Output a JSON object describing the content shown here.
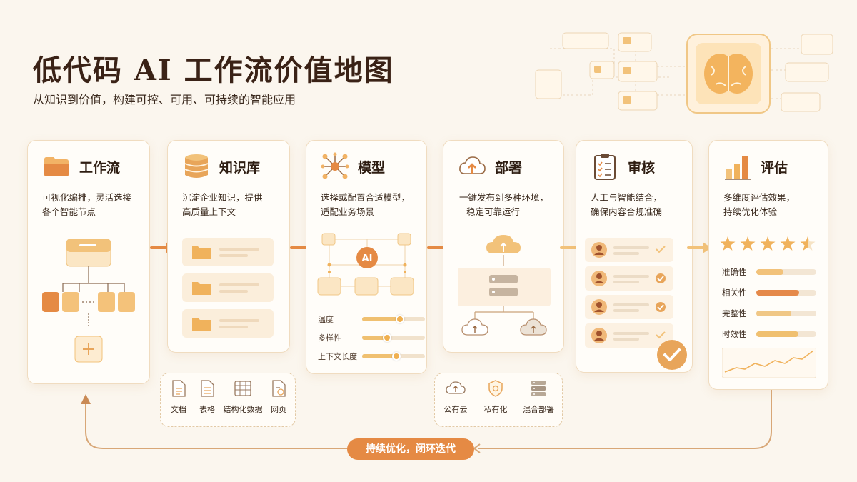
{
  "header": {
    "title": "低代码 AI 工作流价值地图",
    "subtitle": "从知识到价值，构建可控、可用、可持续的智能应用"
  },
  "cards": [
    {
      "title": "工作流",
      "desc": [
        "可视化编排，灵活选接",
        "各个智能节点"
      ]
    },
    {
      "title": "知识库",
      "desc": [
        "沉淀企业知识，提供",
        "高质量上下文"
      ]
    },
    {
      "title": "模型",
      "desc": [
        "选择或配置合适模型，",
        "适配业务场景"
      ]
    },
    {
      "title": "部署",
      "desc": [
        "一键发布到多种环境，",
        "稳定可靠运行"
      ]
    },
    {
      "title": "审核",
      "desc": [
        "人工与智能结合，",
        "确保内容合规准确"
      ]
    },
    {
      "title": "评估",
      "desc": [
        "多维度评估效果，",
        "持续优化体验"
      ]
    }
  ],
  "model": {
    "node_label": "AI",
    "sliders": [
      {
        "label": "温度",
        "value": 0.6
      },
      {
        "label": "多样性",
        "value": 0.4
      },
      {
        "label": "上下文长度",
        "value": 0.55
      }
    ]
  },
  "evaluation": {
    "rating": 4.5,
    "rating_max": 5,
    "metrics": [
      {
        "label": "准确性",
        "value": 0.45,
        "color": "#f2c27a"
      },
      {
        "label": "相关性",
        "value": 0.72,
        "color": "#e5894a"
      },
      {
        "label": "完整性",
        "value": 0.58,
        "color": "#f0c786"
      },
      {
        "label": "时效性",
        "value": 0.7,
        "color": "#f0c070"
      }
    ]
  },
  "knowledge_sources": [
    {
      "label": "文档",
      "icon": "document-icon"
    },
    {
      "label": "表格",
      "icon": "sheet-icon"
    },
    {
      "label": "结构化数据",
      "icon": "table-icon"
    },
    {
      "label": "网页",
      "icon": "webpage-icon"
    }
  ],
  "deploy_targets": [
    {
      "label": "公有云",
      "icon": "cloud-upload-icon"
    },
    {
      "label": "私有化",
      "icon": "shield-icon"
    },
    {
      "label": "混合部署",
      "icon": "server-icon"
    }
  ],
  "loop": {
    "label": "持续优化，闭环迭代"
  },
  "colors": {
    "accent": "#e58a44",
    "accent_light": "#f2c27a",
    "background": "#fbf6ee",
    "card_border": "#f0dcc0"
  }
}
